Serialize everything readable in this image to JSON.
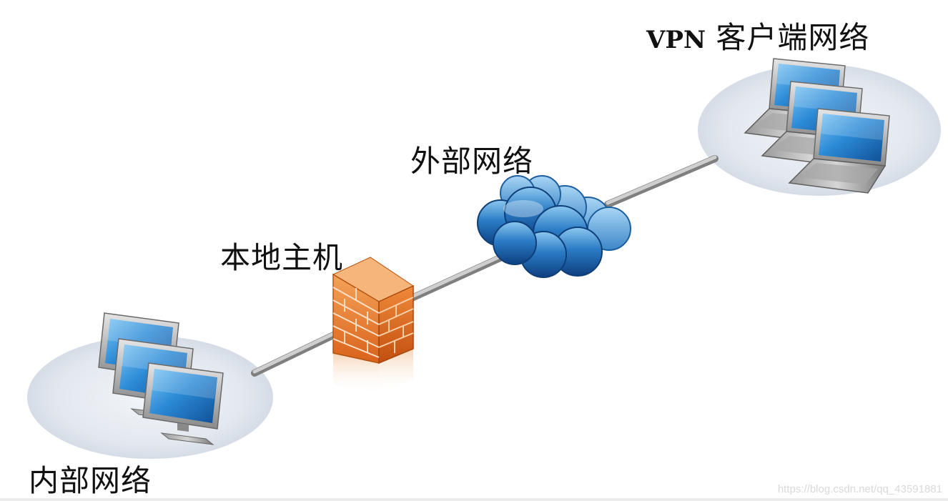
{
  "labels": {
    "vpn_prefix": "VPN",
    "vpn_suffix": " 客户端网络",
    "external": "外部网络",
    "local_host": "本地主机",
    "internal": "内部网络"
  },
  "watermark": "https://blog.csdn.net/qq_43591881",
  "nodes": {
    "vpn_client_network": {
      "icon": "laptop-group-icon"
    },
    "external_network": {
      "icon": "cloud-icon"
    },
    "local_host": {
      "icon": "firewall-icon"
    },
    "internal_network": {
      "icon": "monitor-group-icon"
    }
  },
  "colors": {
    "link": "#c8c8c8",
    "cloud": "#1f6fb5",
    "firewall": "#e07a2a",
    "screen": "#2d8fd8",
    "ellipse": "#dfe6f0"
  }
}
